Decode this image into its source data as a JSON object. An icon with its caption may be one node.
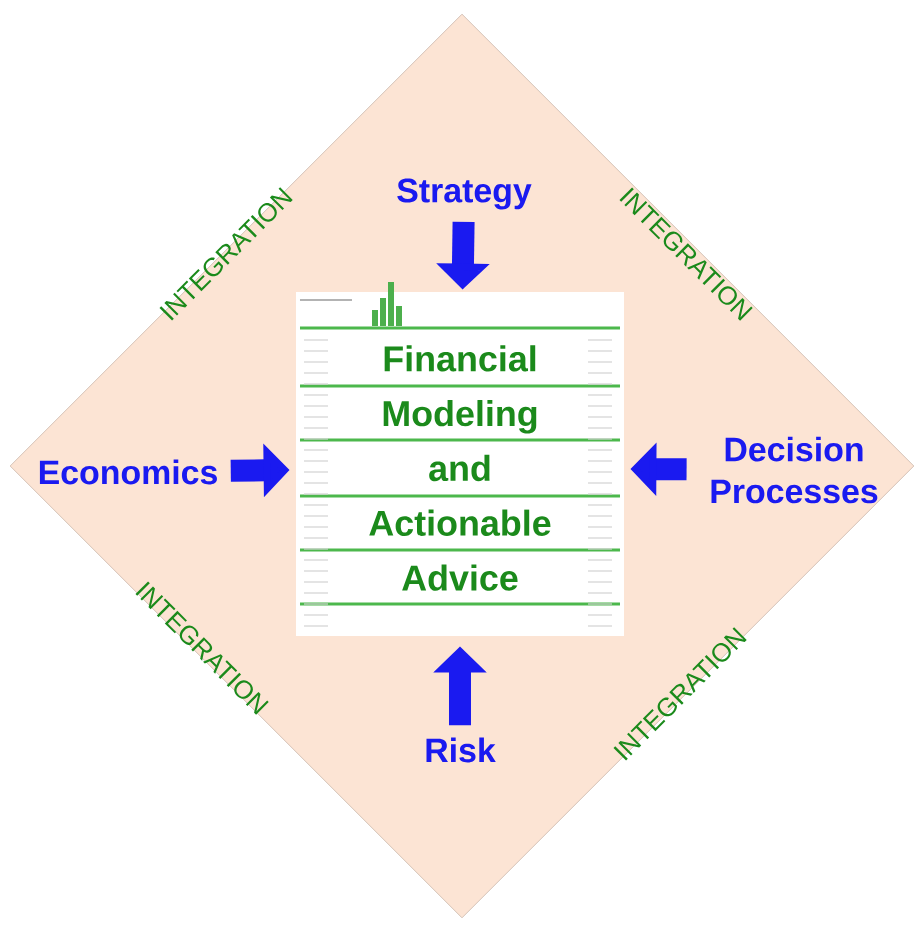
{
  "diagram": {
    "nodes": [
      {
        "text": [
          "INTEGRATION",
          "INTEGRATION",
          "INTEGRATION",
          "INTEGRATION"
        ]
      },
      {
        "text": [
          "Financial Modeling and Actionable Advice"
        ],
        "in": 0
      },
      {
        "text": [
          "Strategy"
        ],
        "in": 0
      },
      {
        "text": [
          "Economics"
        ],
        "in": 0
      },
      {
        "text": [
          "Decision Processes"
        ],
        "in": 0
      },
      {
        "text": [
          "Risk"
        ],
        "in": 0
      }
    ],
    "edges": [
      {
        "from": 2,
        "to": 1,
        "arrow": "to"
      },
      {
        "from": 3,
        "to": 1,
        "arrow": "to"
      },
      {
        "from": 4,
        "to": 1,
        "arrow": "to"
      },
      {
        "from": 5,
        "to": 1,
        "arrow": "to"
      }
    ]
  }
}
